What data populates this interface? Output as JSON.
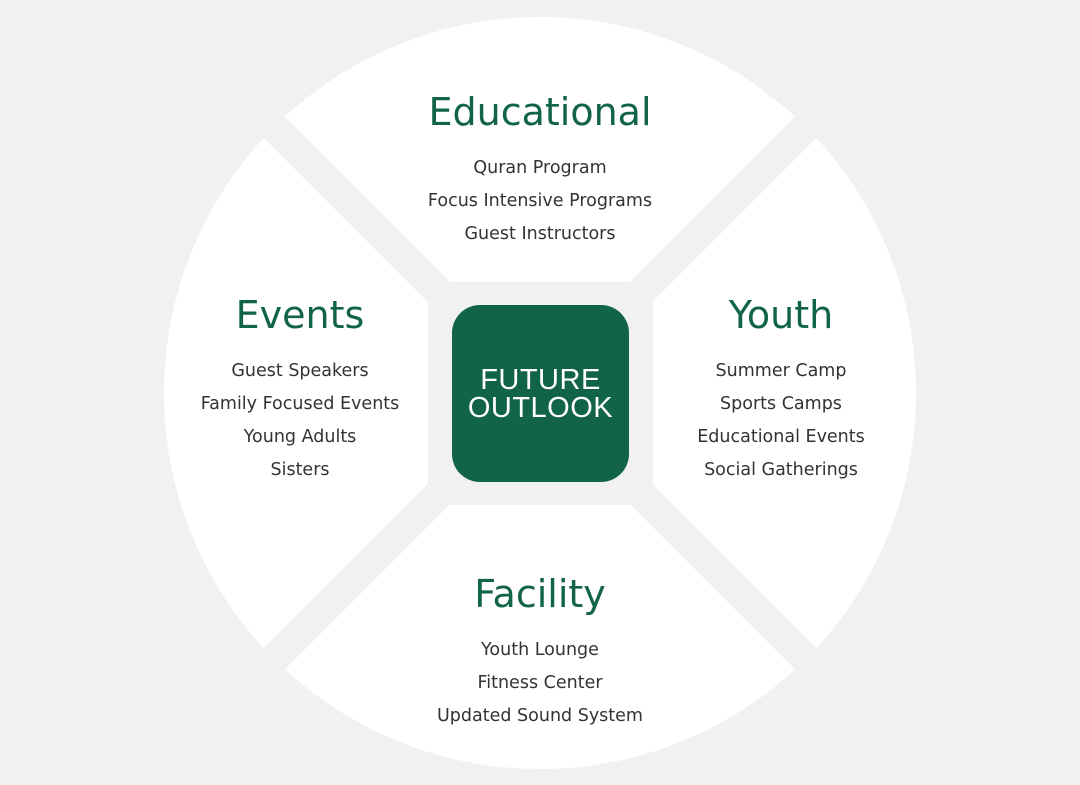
{
  "center": {
    "line1": "FUTURE",
    "line2": "OUTLOOK"
  },
  "sections": [
    {
      "title": "Educational",
      "items": [
        "Quran Program",
        "Focus Intensive Programs",
        "Guest Instructors"
      ]
    },
    {
      "title": "Events",
      "items": [
        "Guest Speakers",
        "Family Focused Events",
        "Young Adults",
        "Sisters"
      ]
    },
    {
      "title": "Youth",
      "items": [
        "Summer Camp",
        "Sports Camps",
        "Educational Events",
        "Social Gatherings"
      ]
    },
    {
      "title": "Facility",
      "items": [
        "Youth Lounge",
        "Fitness Center",
        "Updated Sound System"
      ]
    }
  ],
  "colors": {
    "accent": "#11634a",
    "text": "#333333",
    "background": "#f1f1f1",
    "petal": "#ffffff"
  }
}
